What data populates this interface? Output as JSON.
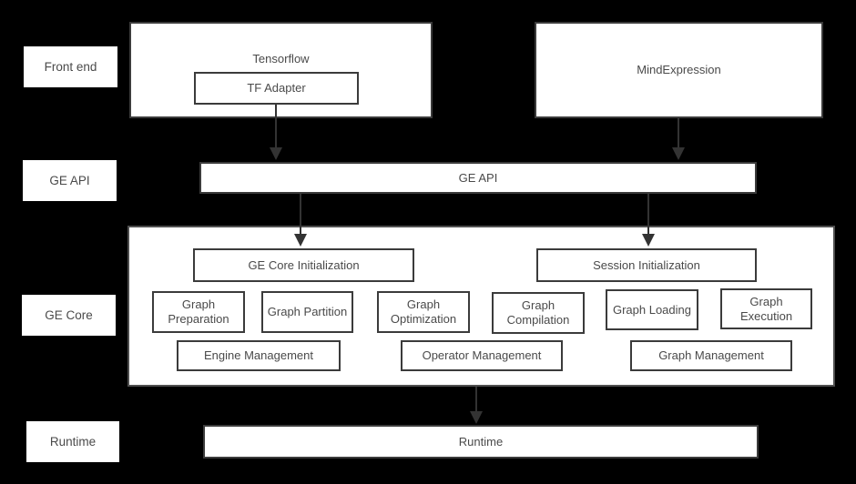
{
  "row_labels": {
    "front_end": "Front end",
    "ge_api": "GE API",
    "ge_core": "GE Core",
    "runtime": "Runtime"
  },
  "front_end_layer": {
    "tensorflow": "Tensorflow",
    "tf_adapter": "TF Adapter",
    "mind_expression": "MindExpression"
  },
  "ge_api_layer": {
    "bar_label": "GE API"
  },
  "ge_core_layer": {
    "init": [
      "GE Core Initialization",
      "Session Initialization"
    ],
    "stages": [
      "Graph Preparation",
      "Graph Partition",
      "Graph Optimization",
      "Graph Compilation",
      "Graph Loading",
      "Graph Execution"
    ],
    "management": [
      "Engine Management",
      "Operator Management",
      "Graph Management"
    ]
  },
  "runtime_layer": {
    "bar_label": "Runtime"
  },
  "colors": {
    "background": "#000000",
    "box_fill": "#ffffff",
    "box_border": "#3b3b3b",
    "outer_border": "#4f4f4f",
    "text": "#4a4a4a",
    "arrow": "#333333"
  }
}
